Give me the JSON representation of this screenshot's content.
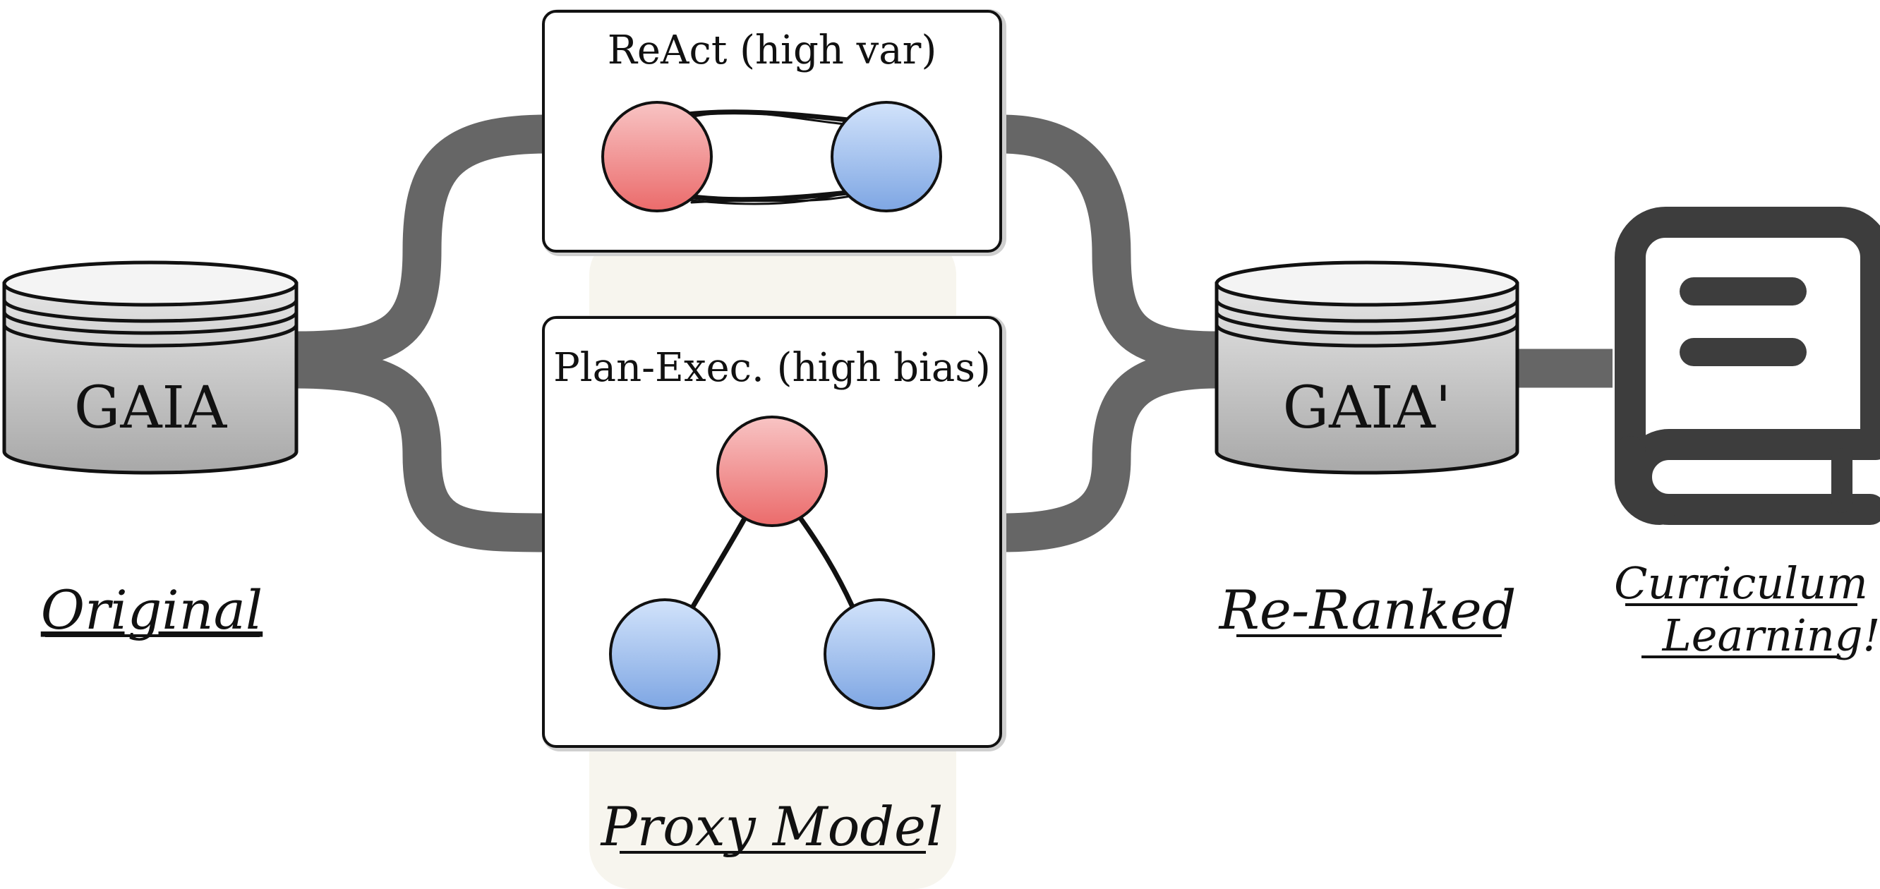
{
  "colors": {
    "connector": "#666666",
    "proxy_backdrop": "#f7f5ee",
    "node_red_top": "#f8c4c4",
    "node_red_bottom": "#eb6b6b",
    "node_blue_top": "#d2e3fb",
    "node_blue_bottom": "#7ea6e3",
    "book": "#3d3d3d",
    "db_side_top": "#e6e6e6",
    "db_side_bottom": "#a8a8a8"
  },
  "databases": {
    "source": {
      "name": "GAIA"
    },
    "target": {
      "name": "GAIA'"
    }
  },
  "proxy": {
    "react_title": "ReAct (high var)",
    "plan_title": "Plan-Exec. (high bias)"
  },
  "labels": {
    "original": "Original",
    "proxy_model": "Proxy Model",
    "re_ranked": "Re-Ranked",
    "curriculum_line1": "Curriculum",
    "curriculum_line2": "Learning!"
  },
  "icons": {
    "book": "book-icon"
  }
}
